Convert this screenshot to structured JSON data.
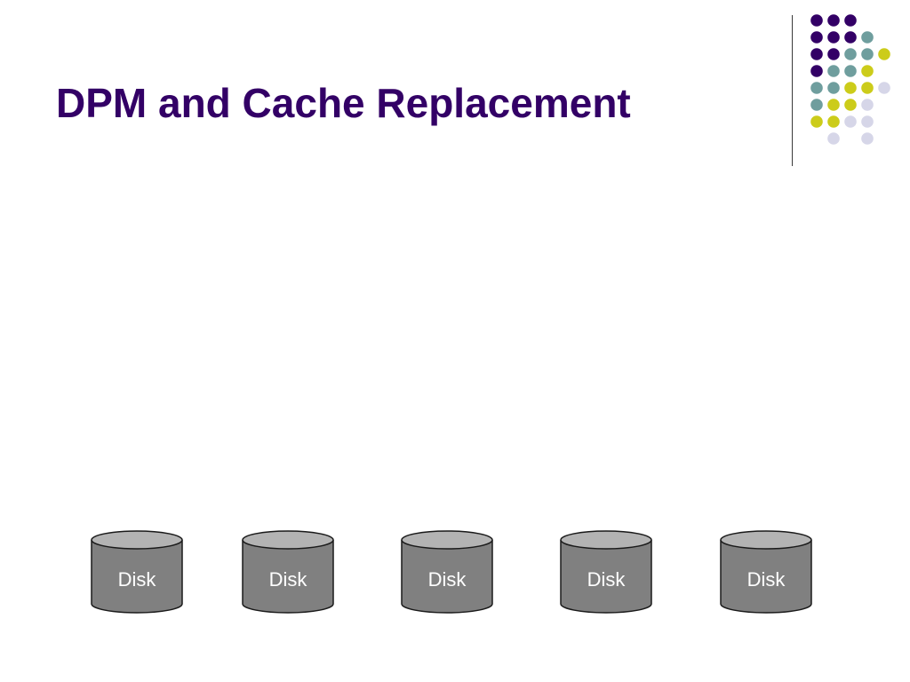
{
  "slide": {
    "title": "DPM and Cache Replacement"
  },
  "disks": [
    {
      "label": "Disk"
    },
    {
      "label": "Disk"
    },
    {
      "label": "Disk"
    },
    {
      "label": "Disk"
    },
    {
      "label": "Disk"
    }
  ],
  "colors": {
    "title": "#330066",
    "disk_body": "#808080",
    "disk_top": "#b3b3b3",
    "disk_outline": "#1a1a1a",
    "disk_label": "#ffffff",
    "divider": "#3a3a3a",
    "dot_purple": "#330066",
    "dot_teal": "#6f9e9e",
    "dot_olive": "#cccc1a",
    "dot_lavender": "#d6d6e8"
  },
  "decoration": {
    "icon": "dot-grid-ornament"
  }
}
